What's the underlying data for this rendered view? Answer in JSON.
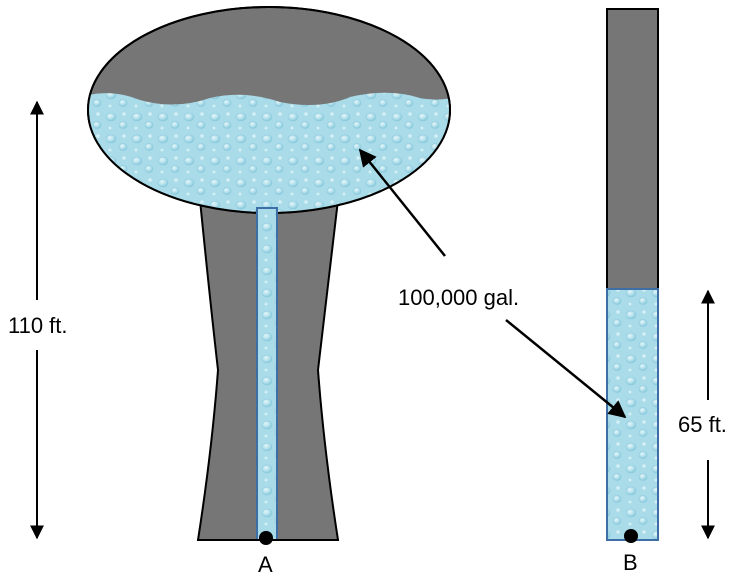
{
  "labels": {
    "height_a": "110 ft.",
    "height_b": "65 ft.",
    "volume": "100,000 gal.",
    "point_a": "A",
    "point_b": "B"
  },
  "colors": {
    "tank_gray": "#767676",
    "water": "#a9dbe8",
    "water_edge": "#3d6fa6"
  }
}
